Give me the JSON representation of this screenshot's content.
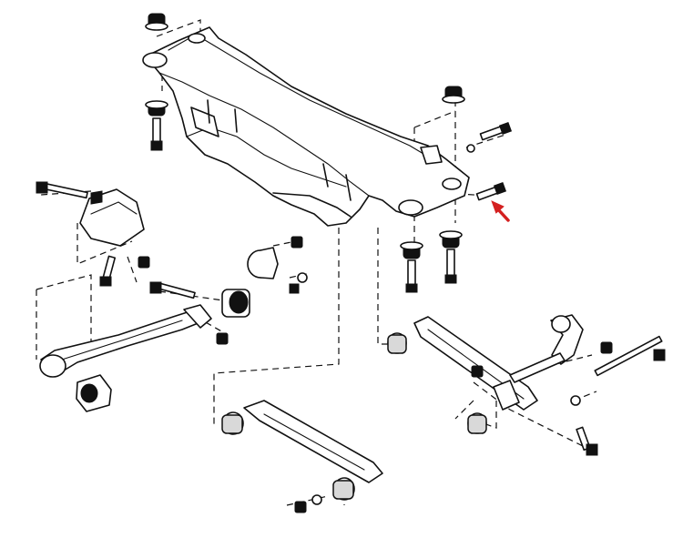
{
  "diagram": {
    "parts": [
      {
        "id": "rear-crossmember",
        "icon": "crossmember-icon"
      },
      {
        "id": "differential-mount-bracket",
        "icon": "bracket-icon"
      },
      {
        "id": "trailing-arm",
        "icon": "arm-icon"
      },
      {
        "id": "lateral-link-rear",
        "icon": "link-icon"
      },
      {
        "id": "lateral-link-front",
        "icon": "link-icon"
      },
      {
        "id": "toe-adjust-arm",
        "icon": "arm-icon"
      },
      {
        "id": "rubber-bushings",
        "icon": "bushing-icon"
      },
      {
        "id": "bolts-nuts-washers",
        "icon": "bolt-icon"
      }
    ],
    "highlight": {
      "color": "#d42020",
      "icon": "red-arrow-icon"
    }
  }
}
